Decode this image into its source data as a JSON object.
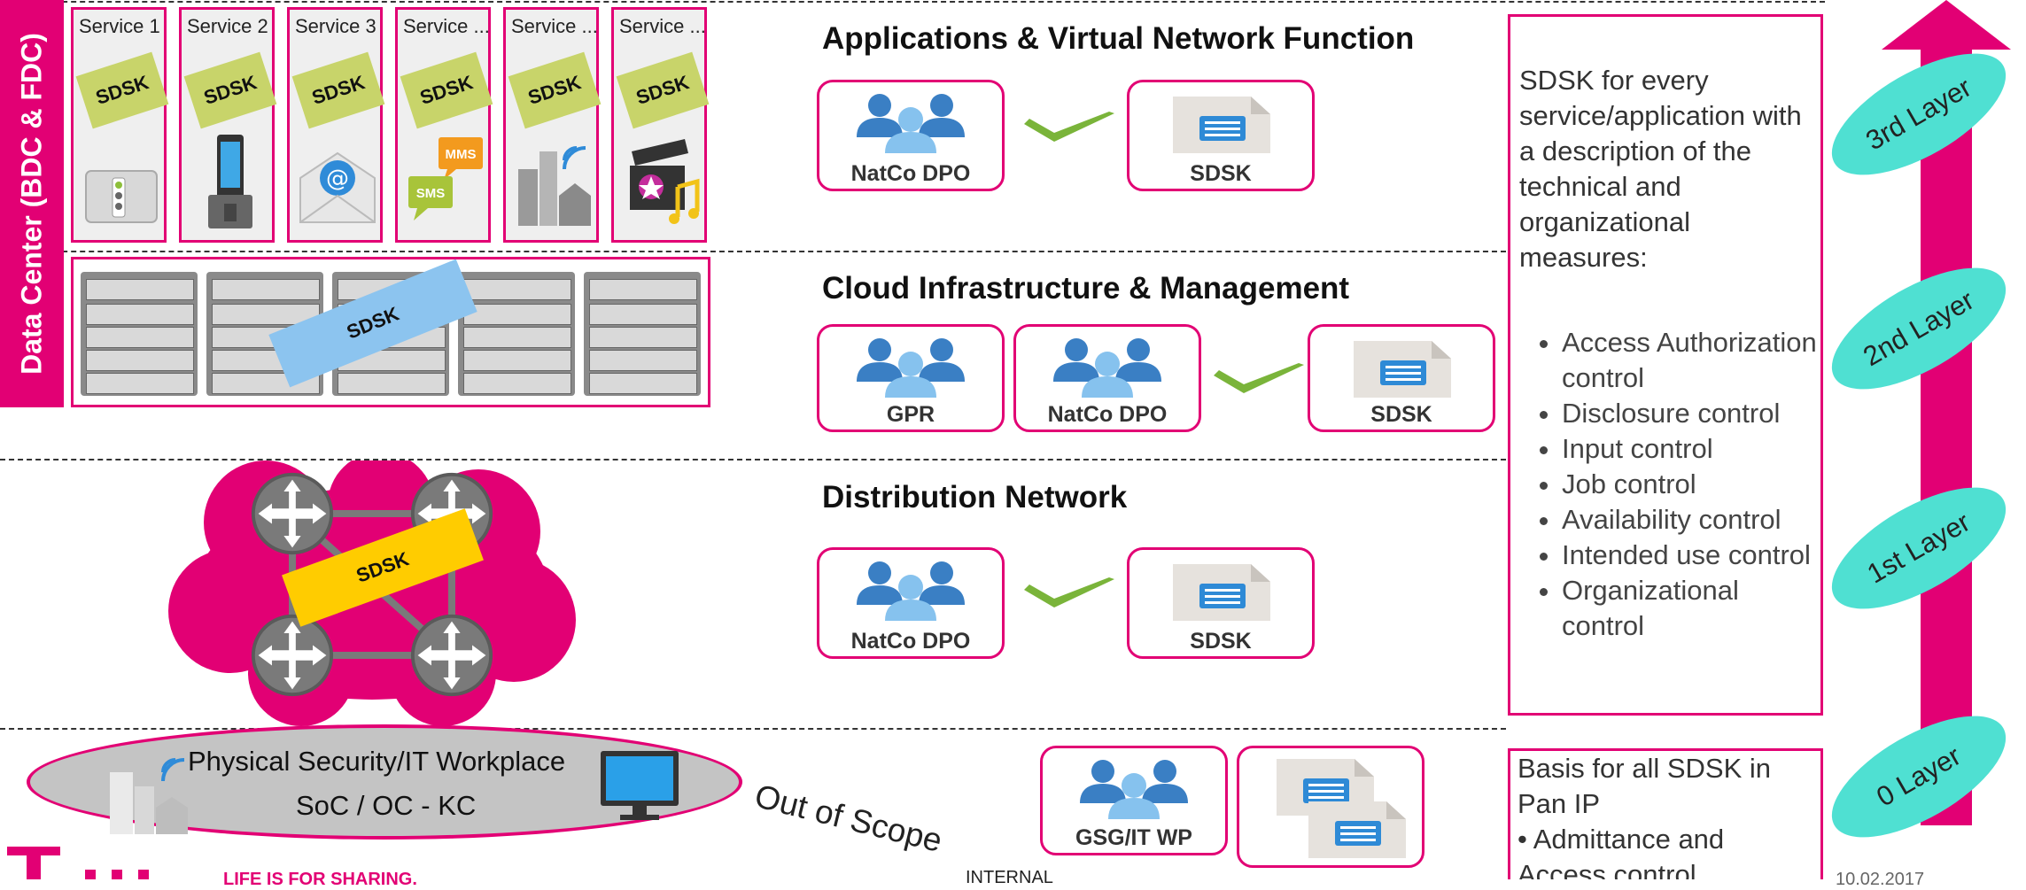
{
  "left_vertical_label": "Data Center (BDC & FDC)",
  "services": [
    {
      "title": "Service 1",
      "tag": "SDSK",
      "icon": "server-box-icon"
    },
    {
      "title": "Service 2",
      "tag": "SDSK",
      "icon": "mobile-phone-icon"
    },
    {
      "title": "Service 3",
      "tag": "SDSK",
      "icon": "email-icon"
    },
    {
      "title": "Service ...",
      "tag": "SDSK",
      "icon": "sms-mms-icon"
    },
    {
      "title": "Service ...",
      "tag": "SDSK",
      "icon": "smart-city-icon"
    },
    {
      "title": "Service ...",
      "tag": "SDSK",
      "icon": "media-icon"
    }
  ],
  "rack_tag": "SDSK",
  "network_tag": "SDSK",
  "sections": {
    "apps": {
      "heading": "Applications & Virtual Network Function",
      "cards": [
        {
          "label": "NatCo DPO",
          "icon": "people-icon"
        },
        {
          "label": "SDSK",
          "icon": "document-icon"
        }
      ]
    },
    "cloud": {
      "heading": "Cloud Infrastructure & Management",
      "cards": [
        {
          "label": "GPR",
          "icon": "people-icon"
        },
        {
          "label": "NatCo DPO",
          "icon": "people-icon"
        },
        {
          "label": "SDSK",
          "icon": "document-icon"
        }
      ]
    },
    "distribution": {
      "heading": "Distribution Network",
      "cards": [
        {
          "label": "NatCo DPO",
          "icon": "people-icon"
        },
        {
          "label": "SDSK",
          "icon": "document-icon"
        }
      ]
    },
    "physical": {
      "cards": [
        {
          "label": "GSG/IT WP",
          "icon": "people-icon"
        },
        {
          "label": "",
          "icon": "documents-icon"
        }
      ]
    }
  },
  "physical_ellipse": {
    "line1": "Physical Security/IT Workplace",
    "line2": "SoC /  OC - KC"
  },
  "out_of_scope": "Out of Scope",
  "right_box": {
    "intro": "SDSK for every service/application with a description of the technical and organizational measures:",
    "items": [
      "Access Authorization control",
      "Disclosure control",
      "Input control",
      "Job control",
      "Availability control",
      "Intended use control",
      "Organizational control"
    ]
  },
  "basis_box": {
    "line1": "Basis for all SDSK in",
    "line2": "Pan IP",
    "line3": "• Admittance and",
    "line4": "Access control"
  },
  "layers": [
    "3rd Layer",
    "2nd Layer",
    "1st Layer",
    "0 Layer"
  ],
  "footer": {
    "slogan": "LIFE IS FOR SHARING.",
    "classification": "INTERNAL",
    "date": "10.02.2017"
  },
  "colors": {
    "magenta": "#e20074",
    "teal": "#4fe0d2",
    "tag_green": "#c8d46a",
    "tag_blue": "#8cc4ef",
    "tag_yellow": "#ffcc00",
    "check_green": "#7ab43a"
  }
}
